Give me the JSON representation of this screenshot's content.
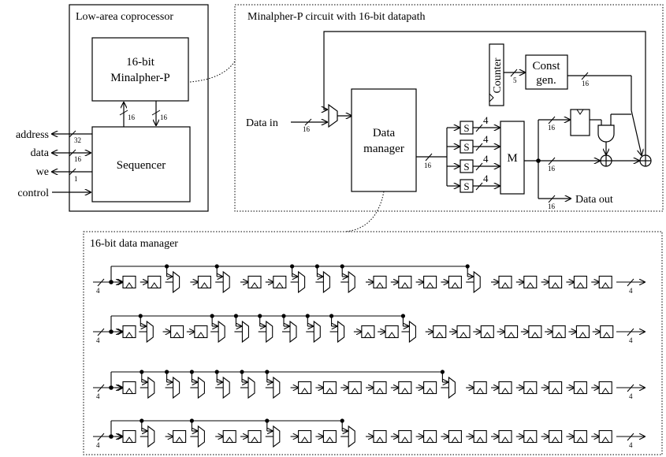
{
  "coprocessor": {
    "title": "Low-area coprocessor",
    "core_line1": "16-bit",
    "core_line2": "Minalpher-P",
    "sequencer": "Sequencer",
    "core_bus_widths": [
      "16",
      "16"
    ],
    "io_signals": [
      {
        "label": "address",
        "width": "32"
      },
      {
        "label": "data",
        "width": "16"
      },
      {
        "label": "we",
        "width": "1"
      },
      {
        "label": "control",
        "width": ""
      }
    ]
  },
  "circuit": {
    "title": "Minalpher-P circuit with 16-bit datapath",
    "data_in": "Data in",
    "data_in_width": "16",
    "data_manager_line1": "Data",
    "data_manager_line2": "manager",
    "dm_out_width": "16",
    "counter": "Counter",
    "counter_width": "5",
    "const_line1": "Const",
    "const_line2": "gen.",
    "const_width": "16",
    "sbox": "S",
    "sbox_width": "4",
    "mix": "M",
    "m_out_width": "16",
    "reg_width": "16",
    "data_out": "Data out",
    "data_out_width": "16"
  },
  "data_manager_detail": {
    "title": "16-bit data manager",
    "lane_width": "4",
    "rows": [
      {
        "cells": [
          "R",
          "R",
          "X",
          "R",
          "X",
          "R",
          "R",
          "X",
          "X",
          "X",
          "R",
          "R",
          "R",
          "R",
          "X",
          "R",
          "R",
          "R",
          "R",
          "R"
        ]
      },
      {
        "cells": [
          "R",
          "X",
          "R",
          "R",
          "X",
          "X",
          "X",
          "X",
          "X",
          "X",
          "R",
          "R",
          "X",
          "R",
          "R",
          "R",
          "R",
          "R",
          "R",
          "R",
          "R"
        ]
      },
      {
        "cells": [
          "R",
          "X",
          "X",
          "X",
          "X",
          "X",
          "X",
          "R",
          "R",
          "R",
          "R",
          "R",
          "R",
          "X",
          "R",
          "R",
          "R",
          "R",
          "R",
          "R"
        ]
      },
      {
        "cells": [
          "R",
          "X",
          "R",
          "X",
          "R",
          "R",
          "X",
          "R",
          "R",
          "X",
          "R",
          "R",
          "R",
          "R",
          "R",
          "R",
          "R",
          "R",
          "R",
          "R"
        ]
      }
    ]
  }
}
